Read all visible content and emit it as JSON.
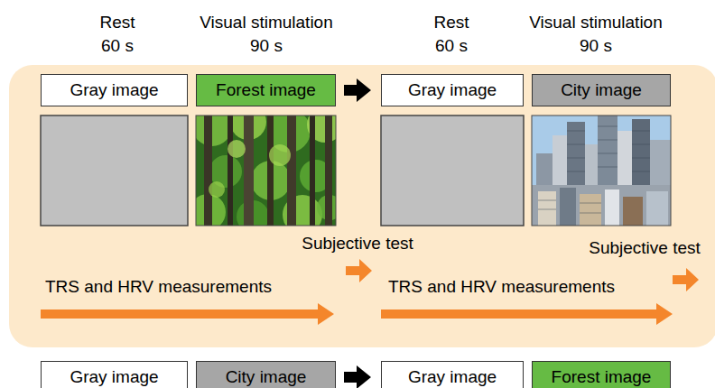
{
  "diagram": {
    "nodes": [
      {
        "text": [
          "Gray image"
        ]
      },
      {
        "text": [
          "Forest image"
        ]
      },
      {
        "text": [
          "Gray image"
        ]
      },
      {
        "text": [
          "City image"
        ]
      },
      {
        "text": [
          "Gray image"
        ]
      },
      {
        "text": [
          "City image"
        ]
      },
      {
        "text": [
          "Gray image"
        ]
      },
      {
        "text": [
          "Forest image"
        ]
      }
    ],
    "edges": [
      {
        "from": 1,
        "to": 2,
        "arrow": "to"
      },
      {
        "from": 5,
        "to": 6,
        "arrow": "to"
      }
    ],
    "labels": [
      "Rest",
      "60 s",
      "Visual stimulation",
      "90 s",
      "Rest",
      "60 s",
      "Visual stimulation",
      "90 s",
      "Subjective test",
      "Subjective test",
      "TRS and HRV measurements",
      "TRS and HRV measurements"
    ]
  }
}
